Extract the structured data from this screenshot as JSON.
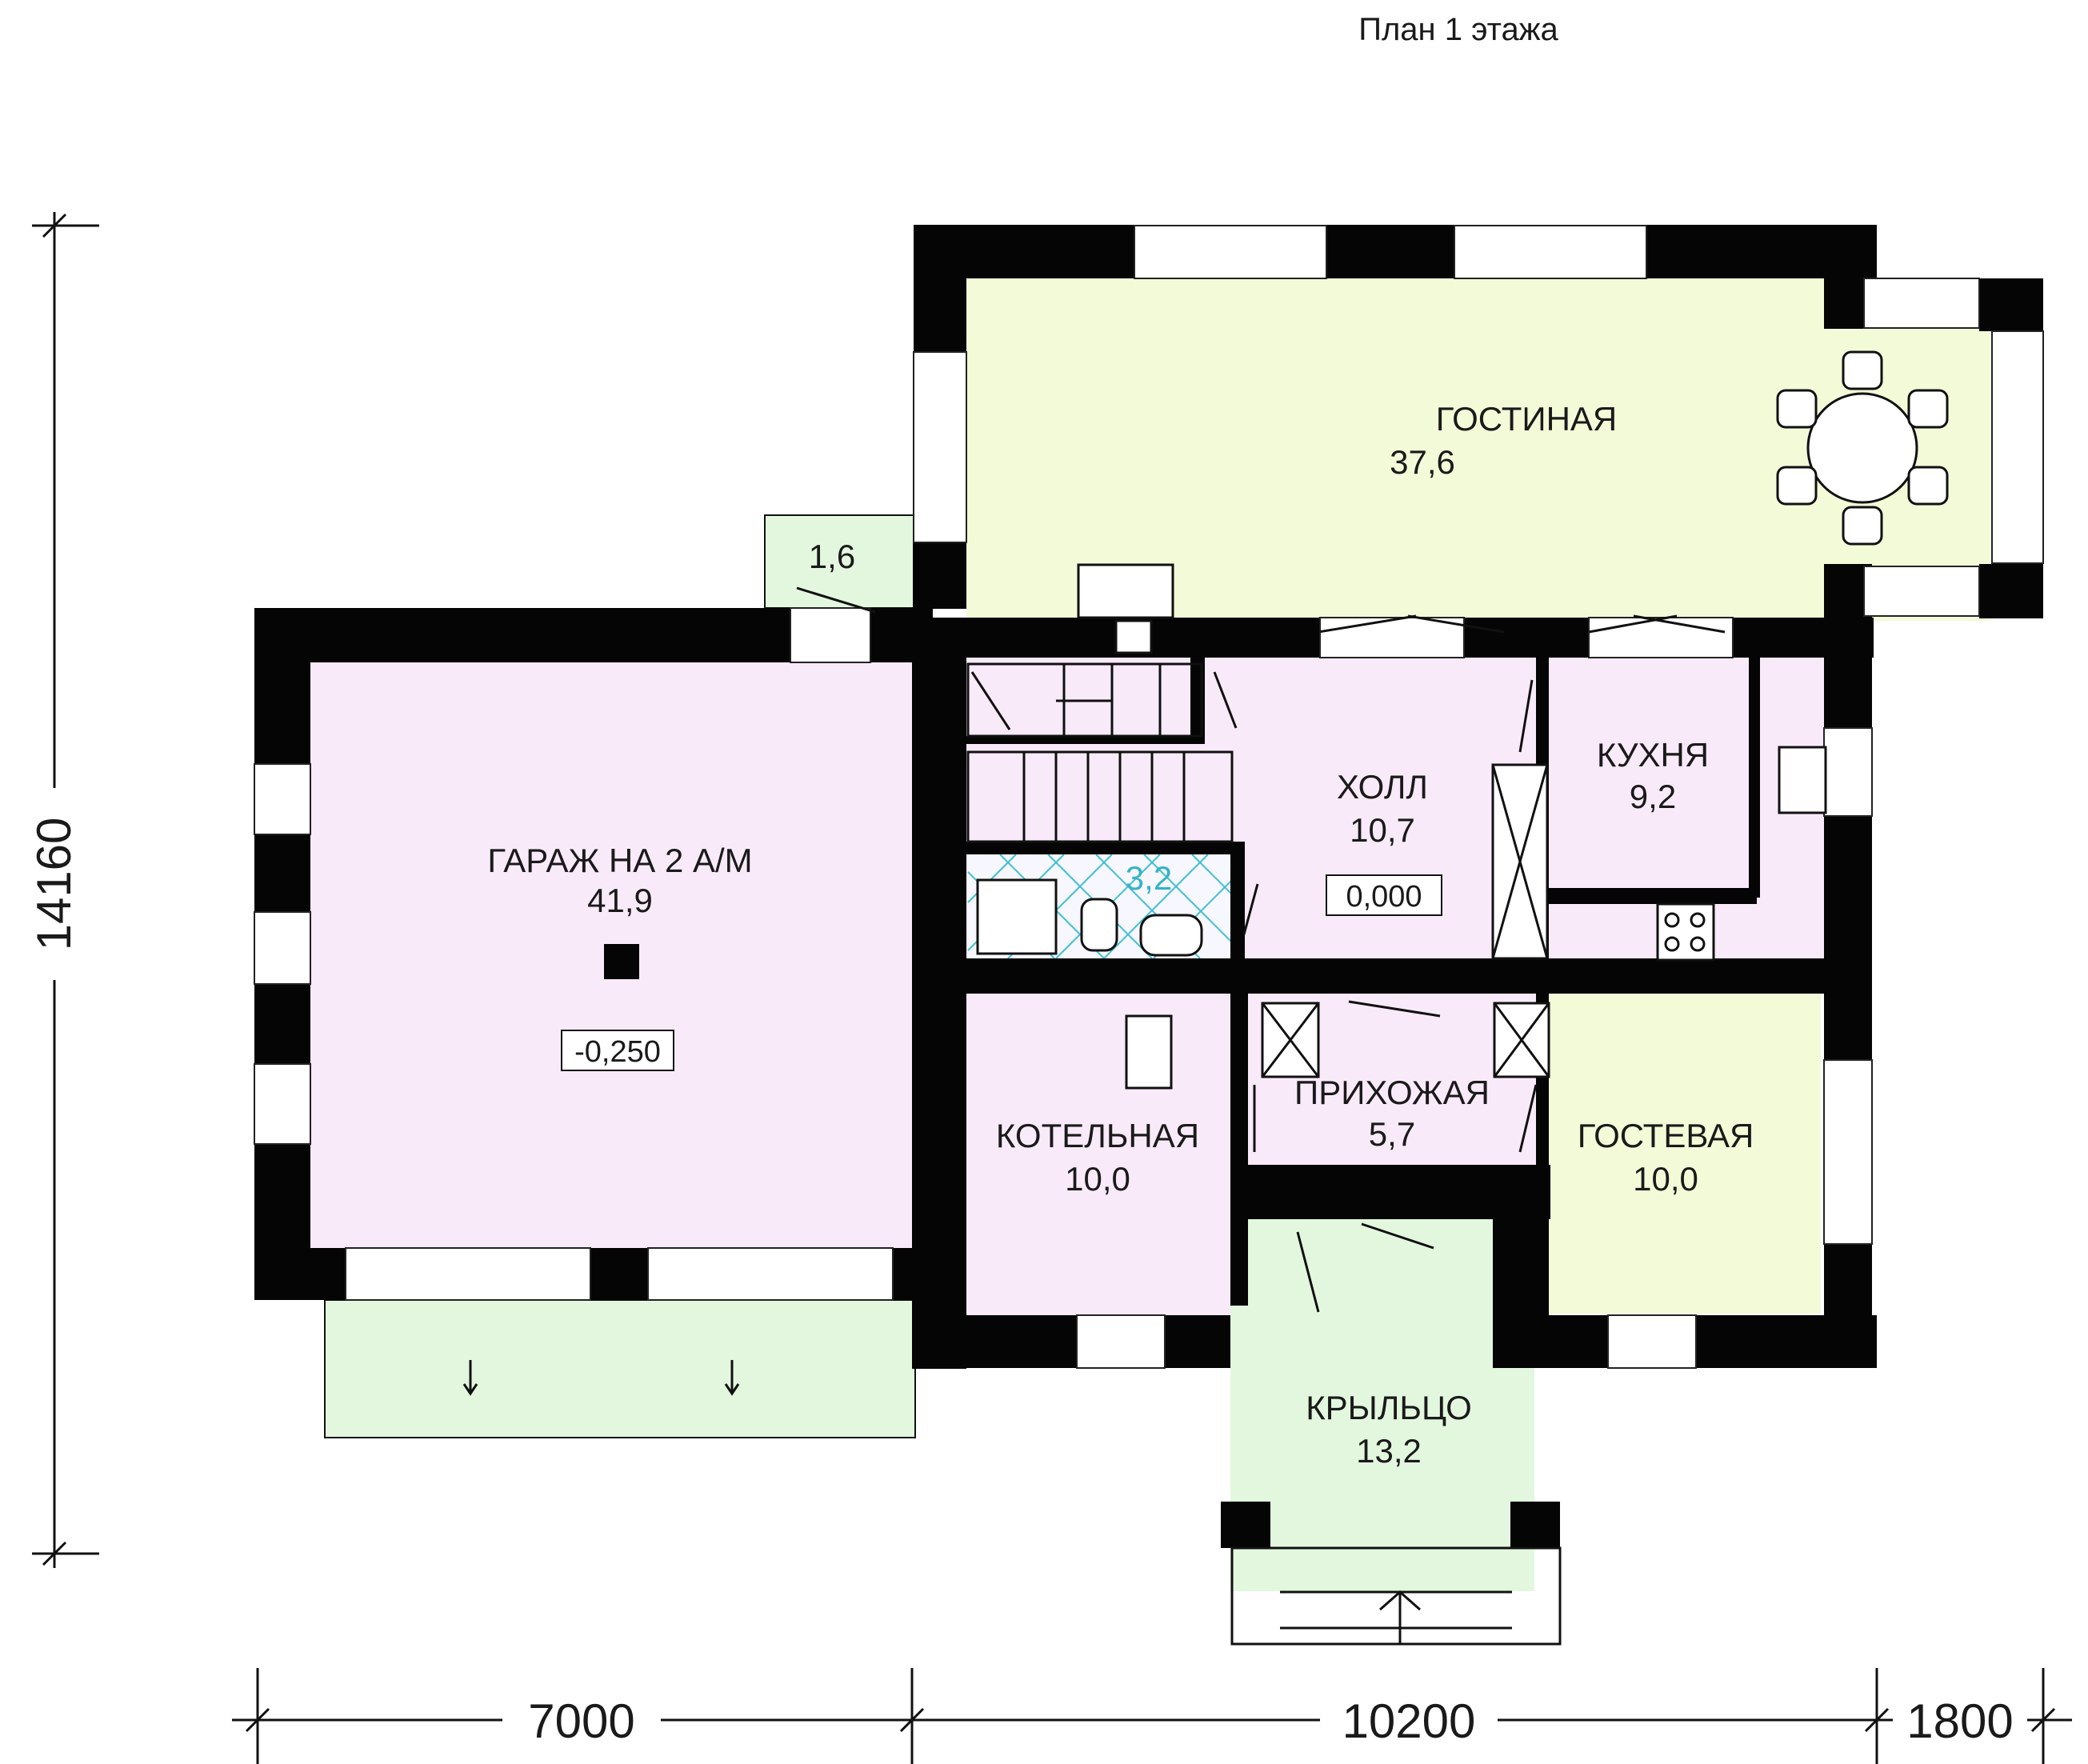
{
  "title": "План 1 этажа",
  "colors": {
    "wall": "#050505",
    "living": "#f3fad8",
    "service": "#f9eafa",
    "green": "#e3f7df",
    "tile": "#40c0d0",
    "bath_label": "#36b3c8"
  },
  "rooms": {
    "living": {
      "name": "ГОСТИНАЯ",
      "area": "37,6"
    },
    "garage": {
      "name": "ГАРАЖ НА 2 А/М",
      "area": "41,9",
      "level": "-0,250"
    },
    "hall": {
      "name": "ХОЛЛ",
      "area": "10,7",
      "level": "0,000"
    },
    "kitchen": {
      "name": "КУХНЯ",
      "area": "9,2"
    },
    "bathroom": {
      "area": "3,2"
    },
    "boiler": {
      "name": "КОТЕЛЬНАЯ",
      "area": "10,0"
    },
    "entry": {
      "name": "ПРИХОЖАЯ",
      "area": "5,7"
    },
    "guest": {
      "name": "ГОСТЕВАЯ",
      "area": "10,0"
    },
    "porch": {
      "name": "КРЫЛЬЦО",
      "area": "13,2"
    },
    "side_porch": {
      "area": "1,6"
    }
  },
  "dimensions": {
    "height_total": "14160",
    "width_1": "7000",
    "width_2": "10200",
    "width_3": "1800"
  }
}
